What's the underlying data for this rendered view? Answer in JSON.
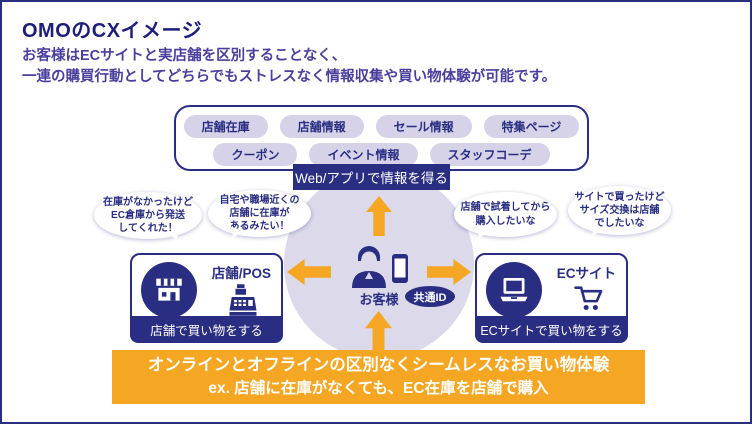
{
  "page": {
    "title": "OMOのCXイメージ",
    "subtitle_line1": "お客様はECサイトと実店舗を区別することなく、",
    "subtitle_line2": "一連の購買行動としてどちらでもストレスなく情報収集や買い物体験が可能です。"
  },
  "colors": {
    "navy": "#2a2e82",
    "orange": "#f5a623",
    "lavender": "#dbd9ea",
    "pill": "#d6d3e9"
  },
  "info_sources": {
    "row1": [
      "店舗在庫",
      "店舗情報",
      "セール情報",
      "特集ページ"
    ],
    "row2": [
      "クーポン",
      "イベント情報",
      "スタッフコーデ"
    ]
  },
  "web_bar": {
    "label": "Web/アプリで情報を得る"
  },
  "bubbles": [
    {
      "lines": [
        "在庫がなかったけど",
        "EC倉庫から発送",
        "してくれた！"
      ]
    },
    {
      "lines": [
        "自宅や職場近くの",
        "店舗に在庫が",
        "あるみたい！"
      ]
    },
    {
      "lines": [
        "店舗で試着してから",
        "購入したいな"
      ]
    },
    {
      "lines": [
        "サイトで買ったけど",
        "サイズ交換は店舗",
        "でしたいな"
      ]
    }
  ],
  "customer": {
    "label": "お客様",
    "badge": "共通ID"
  },
  "store_box": {
    "title": "店舗/POS",
    "footer": "店舗で買い物をする"
  },
  "ec_box": {
    "title": "ECサイト",
    "footer": "ECサイトで買い物をする"
  },
  "banner": {
    "line1": "オンラインとオフラインの区別なくシームレスなお買い物体験",
    "line2": "ex. 店舗に在庫がなくても、EC在庫を店舗で購入"
  }
}
